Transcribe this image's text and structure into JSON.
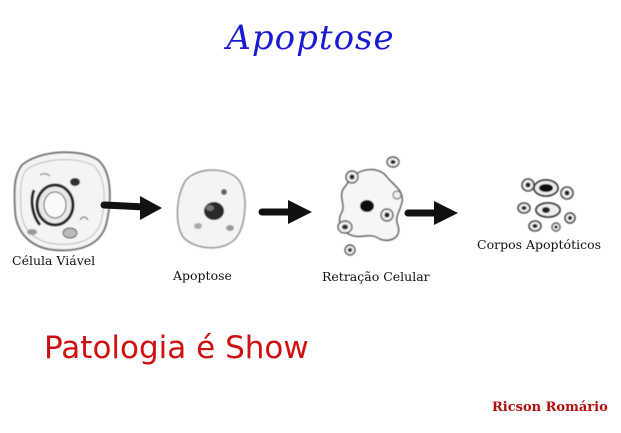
{
  "title": "Apoptose",
  "stages": [
    {
      "label": "Célula Viável"
    },
    {
      "label": "Apoptose"
    },
    {
      "label": "Retração Celular"
    },
    {
      "label": "Corpos Apoptóticos"
    }
  ],
  "footer": {
    "brand": "Patologia é Show",
    "author": "Ricson Romário"
  },
  "colors": {
    "title": "#1a1ad6",
    "brand": "#d01010",
    "author": "#b01010",
    "ink": "#111111"
  }
}
